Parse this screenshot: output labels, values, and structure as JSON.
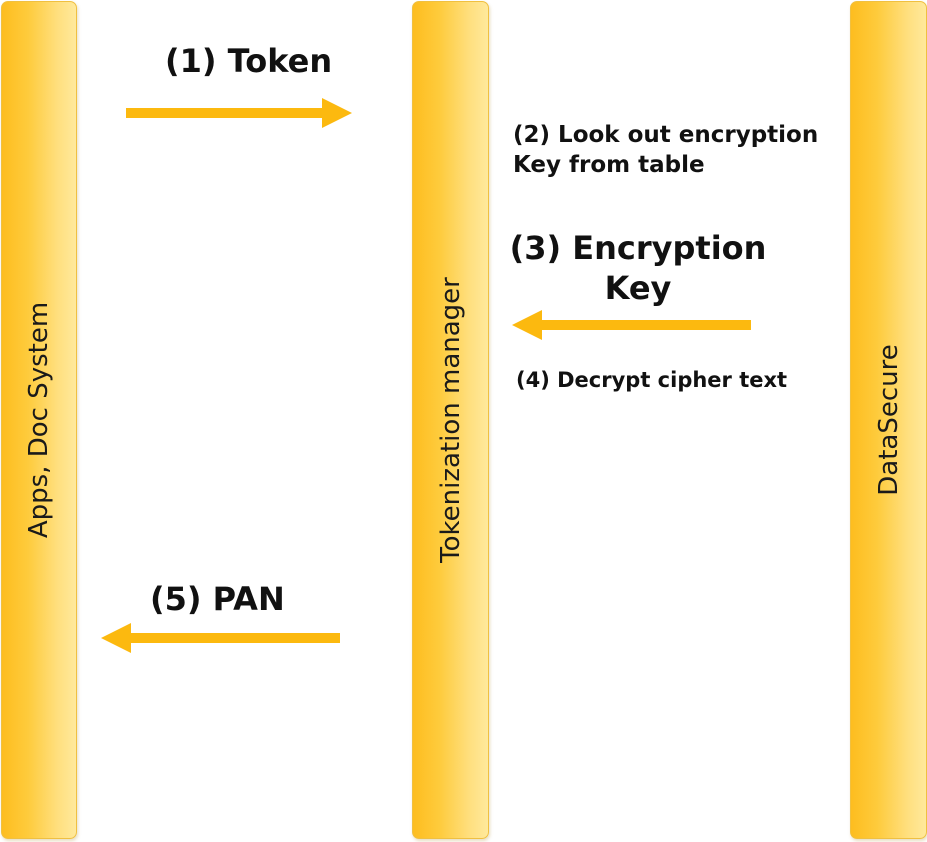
{
  "lanes": {
    "apps": "Apps, Doc System",
    "tokenization": "Tokenization manager",
    "datasecure": "DataSecure"
  },
  "steps": {
    "s1": "(1) Token",
    "s2_line1": "(2) Look out encryption",
    "s2_line2": "Key from table",
    "s3_line1": "(3) Encryption",
    "s3_line2": "Key",
    "s4": "(4) Decrypt cipher text",
    "s5": "(5) PAN"
  },
  "colors": {
    "arrow": "#fcb90f",
    "pillar_dark": "#fdbd1f",
    "pillar_light": "#ffe99c"
  }
}
